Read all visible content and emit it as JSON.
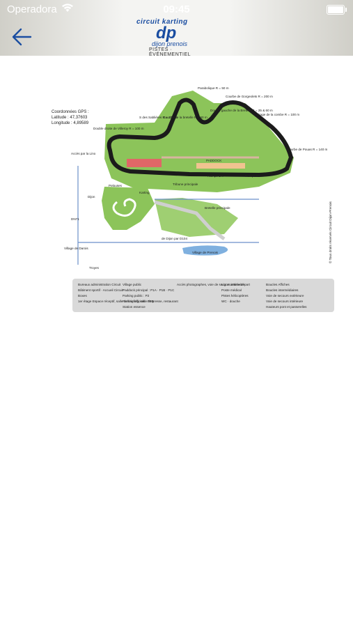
{
  "status_bar": {
    "carrier": "Operadora",
    "time": "09:45"
  },
  "header": {
    "logo": {
      "top": "circuit karting",
      "mark": "dp",
      "name": "dijon prenois",
      "subtitle": "PISTES · ÉVÉNEMENTIEL"
    }
  },
  "map": {
    "gps": {
      "title": "Coordonnées GPS :",
      "lat": "Latitude : 47,37603",
      "lon": "Longitude : 4,89589"
    },
    "corners": [
      "Parabolique R = 50 m",
      "Courbe de Gorgeolets R = 200 m",
      "Double gauche de la Bretelle R = 25 & 60 m",
      "Virage de la combe R = 100 m",
      "Courbe de Pouas R = 140 m",
      "S des Sablières R = 100 m",
      "Gauche de la bretelle R = 60 m",
      "Double droite de Villeroy R = 100 m"
    ],
    "labels": {
      "acces": "Accès par la Lino",
      "karting": "Karting",
      "tribune": "Tribune principale",
      "paddock": "PADDOCK",
      "rampe1": "Rampe 1%",
      "rampe2": "Rampe 8%",
      "pelouses": "Pelouses",
      "dijon": "Dijon",
      "dn71": "DN71",
      "village_darois": "Village de Darois",
      "troyes": "Troyes",
      "road": "de Dijon par D104",
      "village_prenois": "Village de Prenois",
      "bretelle": "Bretelle principale",
      "copyright": "© Tous droits réservés Circuit Dijon-Prenois"
    },
    "legend": {
      "col1": [
        "Bureaux administration Circuit",
        "Bâtiment sportif · Accueil Circuit",
        "Boxes",
        "1er étage Espace réceptif, salle de briefing, salle de presse, restaurant"
      ],
      "col2": [
        "Village public",
        "Paddock principal : P1A · P1B · P1C",
        "Parking public : P2",
        "Parking officiels : P3B",
        "Station essence"
      ],
      "col3": [
        "Accès photographes, voie de secours intérieure"
      ],
      "col4": [
        "Ligne arrivée/départ",
        "Poste médical",
        "Pistes hélicoptères",
        "WC · douche"
      ],
      "col5": [
        "Boucles Affiches",
        "Boucles intermédiaires",
        "Voie de secours extérieure",
        "Voie de secours intérieure",
        "Hauteurs pont et passerelles"
      ]
    }
  },
  "colors": {
    "accent": "#1a4da1",
    "track": "#1b1b1b",
    "grass": "#8cc45a",
    "legend_bg": "#d9d9d9"
  }
}
